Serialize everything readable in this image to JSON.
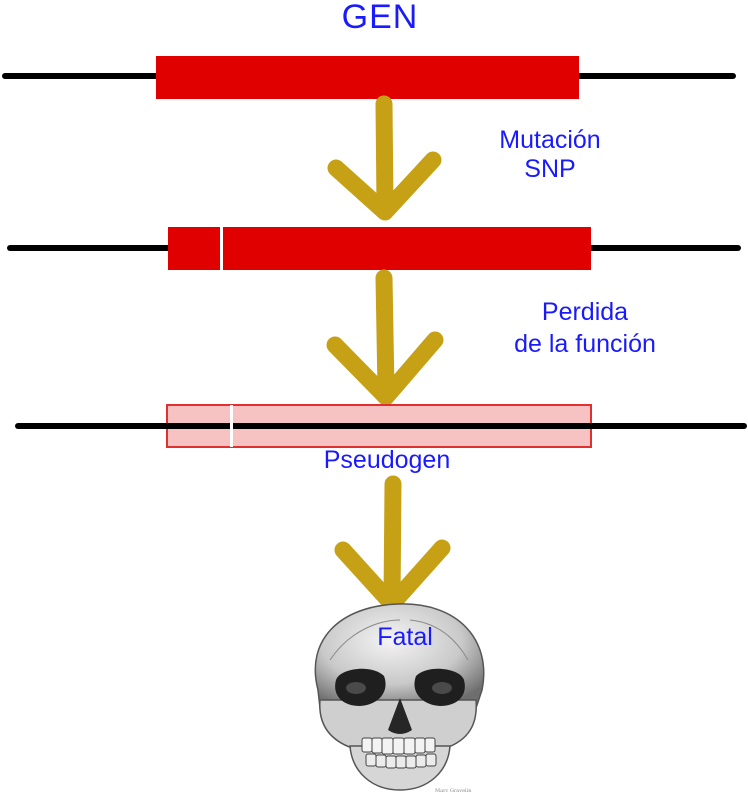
{
  "title": "GEN",
  "steps": {
    "mutation": [
      "Mutación",
      "SNP"
    ],
    "loss": [
      "Perdida",
      "de la función"
    ],
    "pseudogene": "Pseudogen",
    "outcome": "Fatal"
  },
  "signature": "Marc Gravelin",
  "colors": {
    "label": "#1a1aff",
    "gene": "#e00000",
    "pseudogene_fill": "#f6c2c2",
    "pseudogene_border": "#e23030",
    "arrow": "#c6a115",
    "line": "#000000"
  },
  "icons": [
    "skull-illustration",
    "down-arrow-icon"
  ]
}
